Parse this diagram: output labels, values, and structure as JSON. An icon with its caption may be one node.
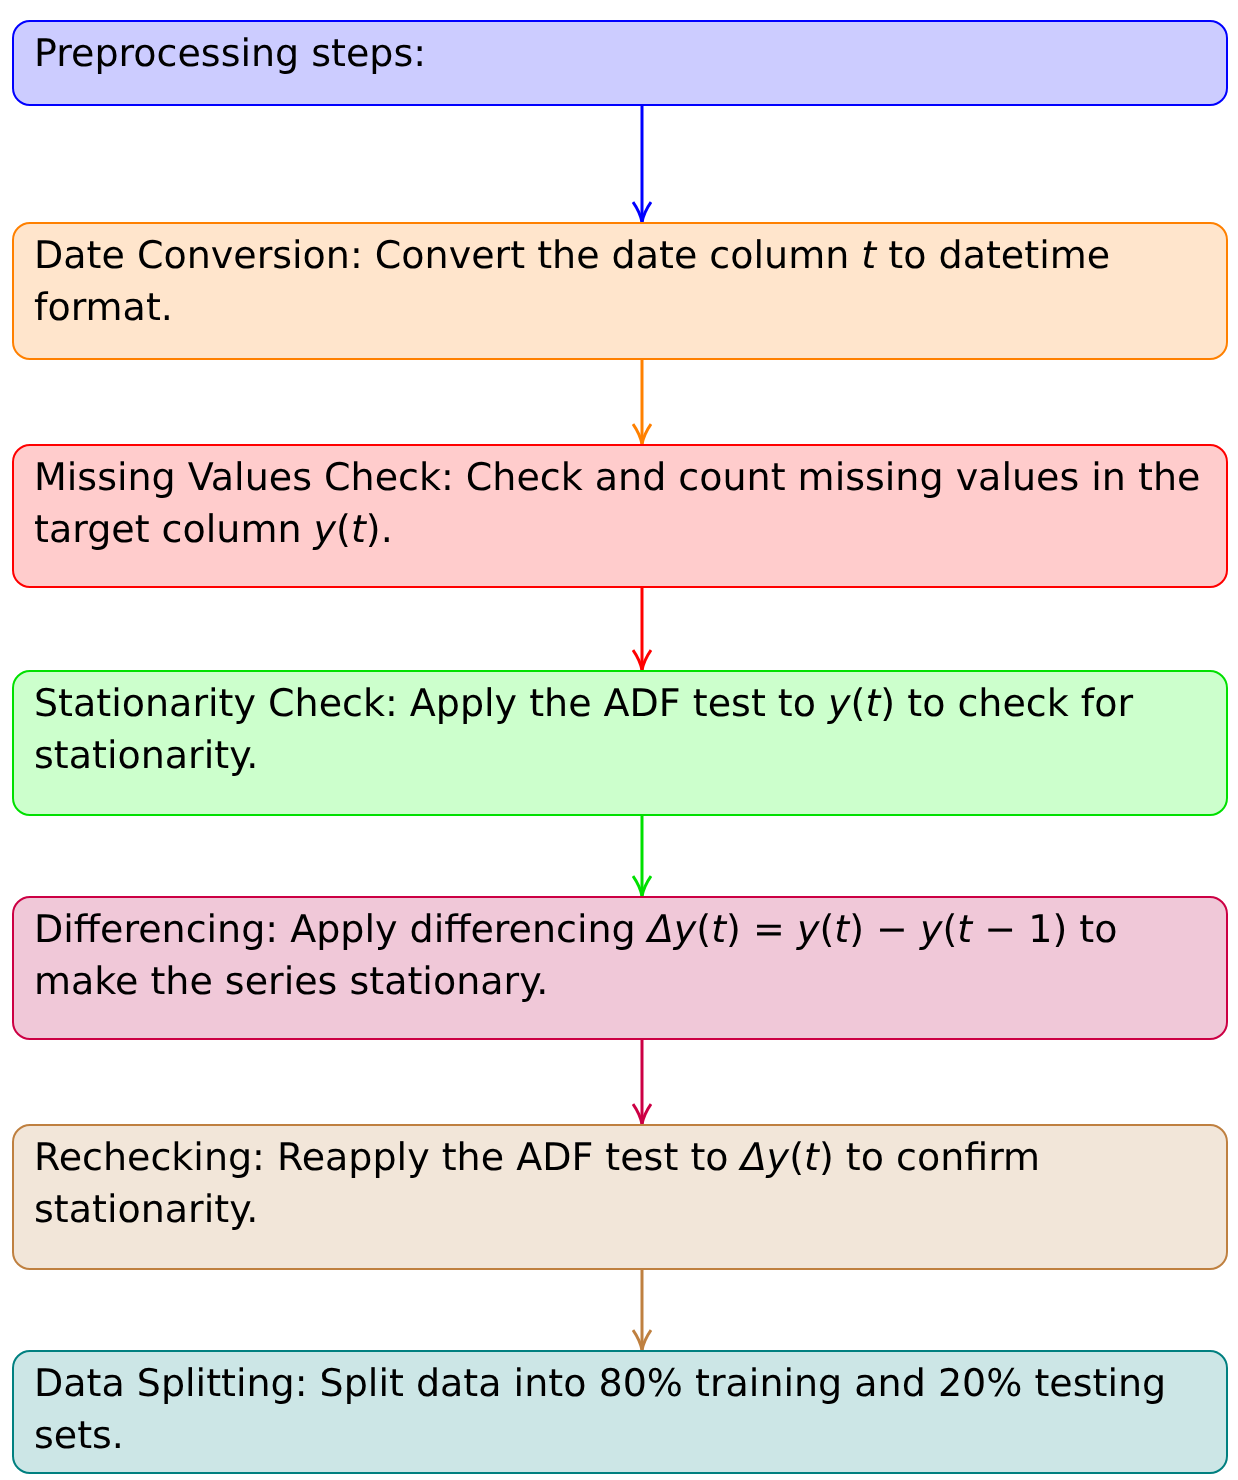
{
  "diagram": {
    "nodes": [
      {
        "text": [
          "Preprocessing steps:"
        ]
      },
      {
        "text": [
          "Date Conversion: Convert the date column *t* to datetime format."
        ]
      },
      {
        "text": [
          "Missing Values Check: Check and count missing values in the target column *y*(*t*)."
        ]
      },
      {
        "text": [
          "Stationarity Check: Apply the ADF test to *y*(*t*) to check for stationarity."
        ]
      },
      {
        "text": [
          "Differencing: Apply differencing *Δy*(*t*) = *y*(*t*) − *y*(*t* − 1) to make the series stationary."
        ]
      },
      {
        "text": [
          "Rechecking: Reapply the ADF test to *Δy*(*t*) to confirm stationarity."
        ]
      },
      {
        "text": [
          "Data Splitting: Split data into 80% training and 20% testing sets."
        ]
      }
    ],
    "edges": [
      {
        "from": 0,
        "to": 1,
        "arrow": "to",
        "color": "#0000ff"
      },
      {
        "from": 1,
        "to": 2,
        "arrow": "to",
        "color": "#ff8000"
      },
      {
        "from": 2,
        "to": 3,
        "arrow": "to",
        "color": "#ff0000"
      },
      {
        "from": 3,
        "to": 4,
        "arrow": "to",
        "color": "#00e000"
      },
      {
        "from": 4,
        "to": 5,
        "arrow": "to",
        "color": "#cc0044"
      },
      {
        "from": 5,
        "to": 6,
        "arrow": "to",
        "color": "#bf8040"
      }
    ]
  }
}
